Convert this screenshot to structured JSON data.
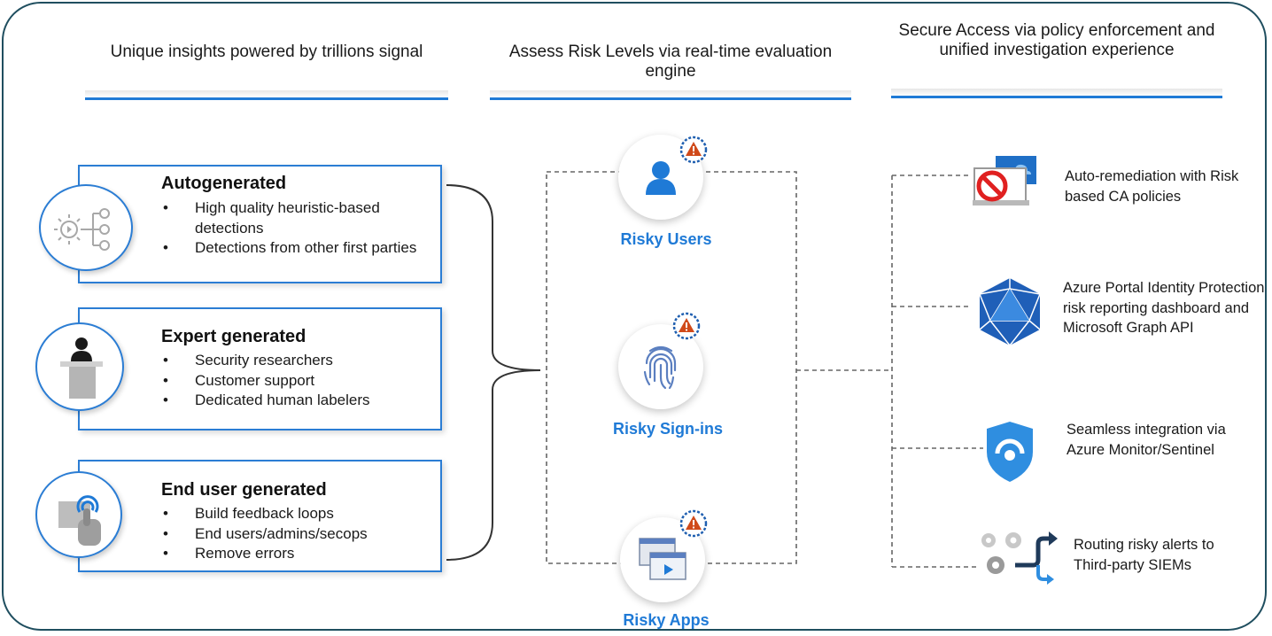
{
  "columns": [
    {
      "title": "Unique insights powered by trillions signal"
    },
    {
      "title": "Assess Risk Levels via real-time evaluation engine"
    },
    {
      "title": "Secure Access via policy enforcement and unified investigation experience"
    }
  ],
  "signals": [
    {
      "title": "Autogenerated",
      "icon": "gear-flow-icon",
      "items": [
        "High quality heuristic-based detections",
        "Detections from other first parties"
      ]
    },
    {
      "title": "Expert generated",
      "icon": "presenter-icon",
      "items": [
        "Security researchers",
        "Customer support",
        "Dedicated human labelers"
      ]
    },
    {
      "title": "End user generated",
      "icon": "touch-icon",
      "items": [
        "Build feedback loops",
        "End users/admins/secops",
        "Remove errors"
      ]
    }
  ],
  "risks": [
    {
      "label": "Risky Users",
      "icon": "user-icon"
    },
    {
      "label": "Risky Sign-ins",
      "icon": "fingerprint-icon"
    },
    {
      "label": "Risky Apps",
      "icon": "app-window-icon"
    }
  ],
  "actions": [
    {
      "text": "Auto-remediation with Risk based CA policies",
      "icon": "blocked-laptop-icon"
    },
    {
      "text": "Azure Portal Identity Protection risk reporting dashboard and Microsoft Graph API",
      "icon": "graph-icosahedron-icon"
    },
    {
      "text": "Seamless integration via Azure Monitor/Sentinel",
      "icon": "sentinel-shield-icon"
    },
    {
      "text": "Routing risky alerts to Third-party SIEMs",
      "icon": "gears-routing-icon"
    }
  ],
  "colors": {
    "accent": "#1f7ad6",
    "frame": "#1f4e5f",
    "warning": "#d04a1a"
  }
}
